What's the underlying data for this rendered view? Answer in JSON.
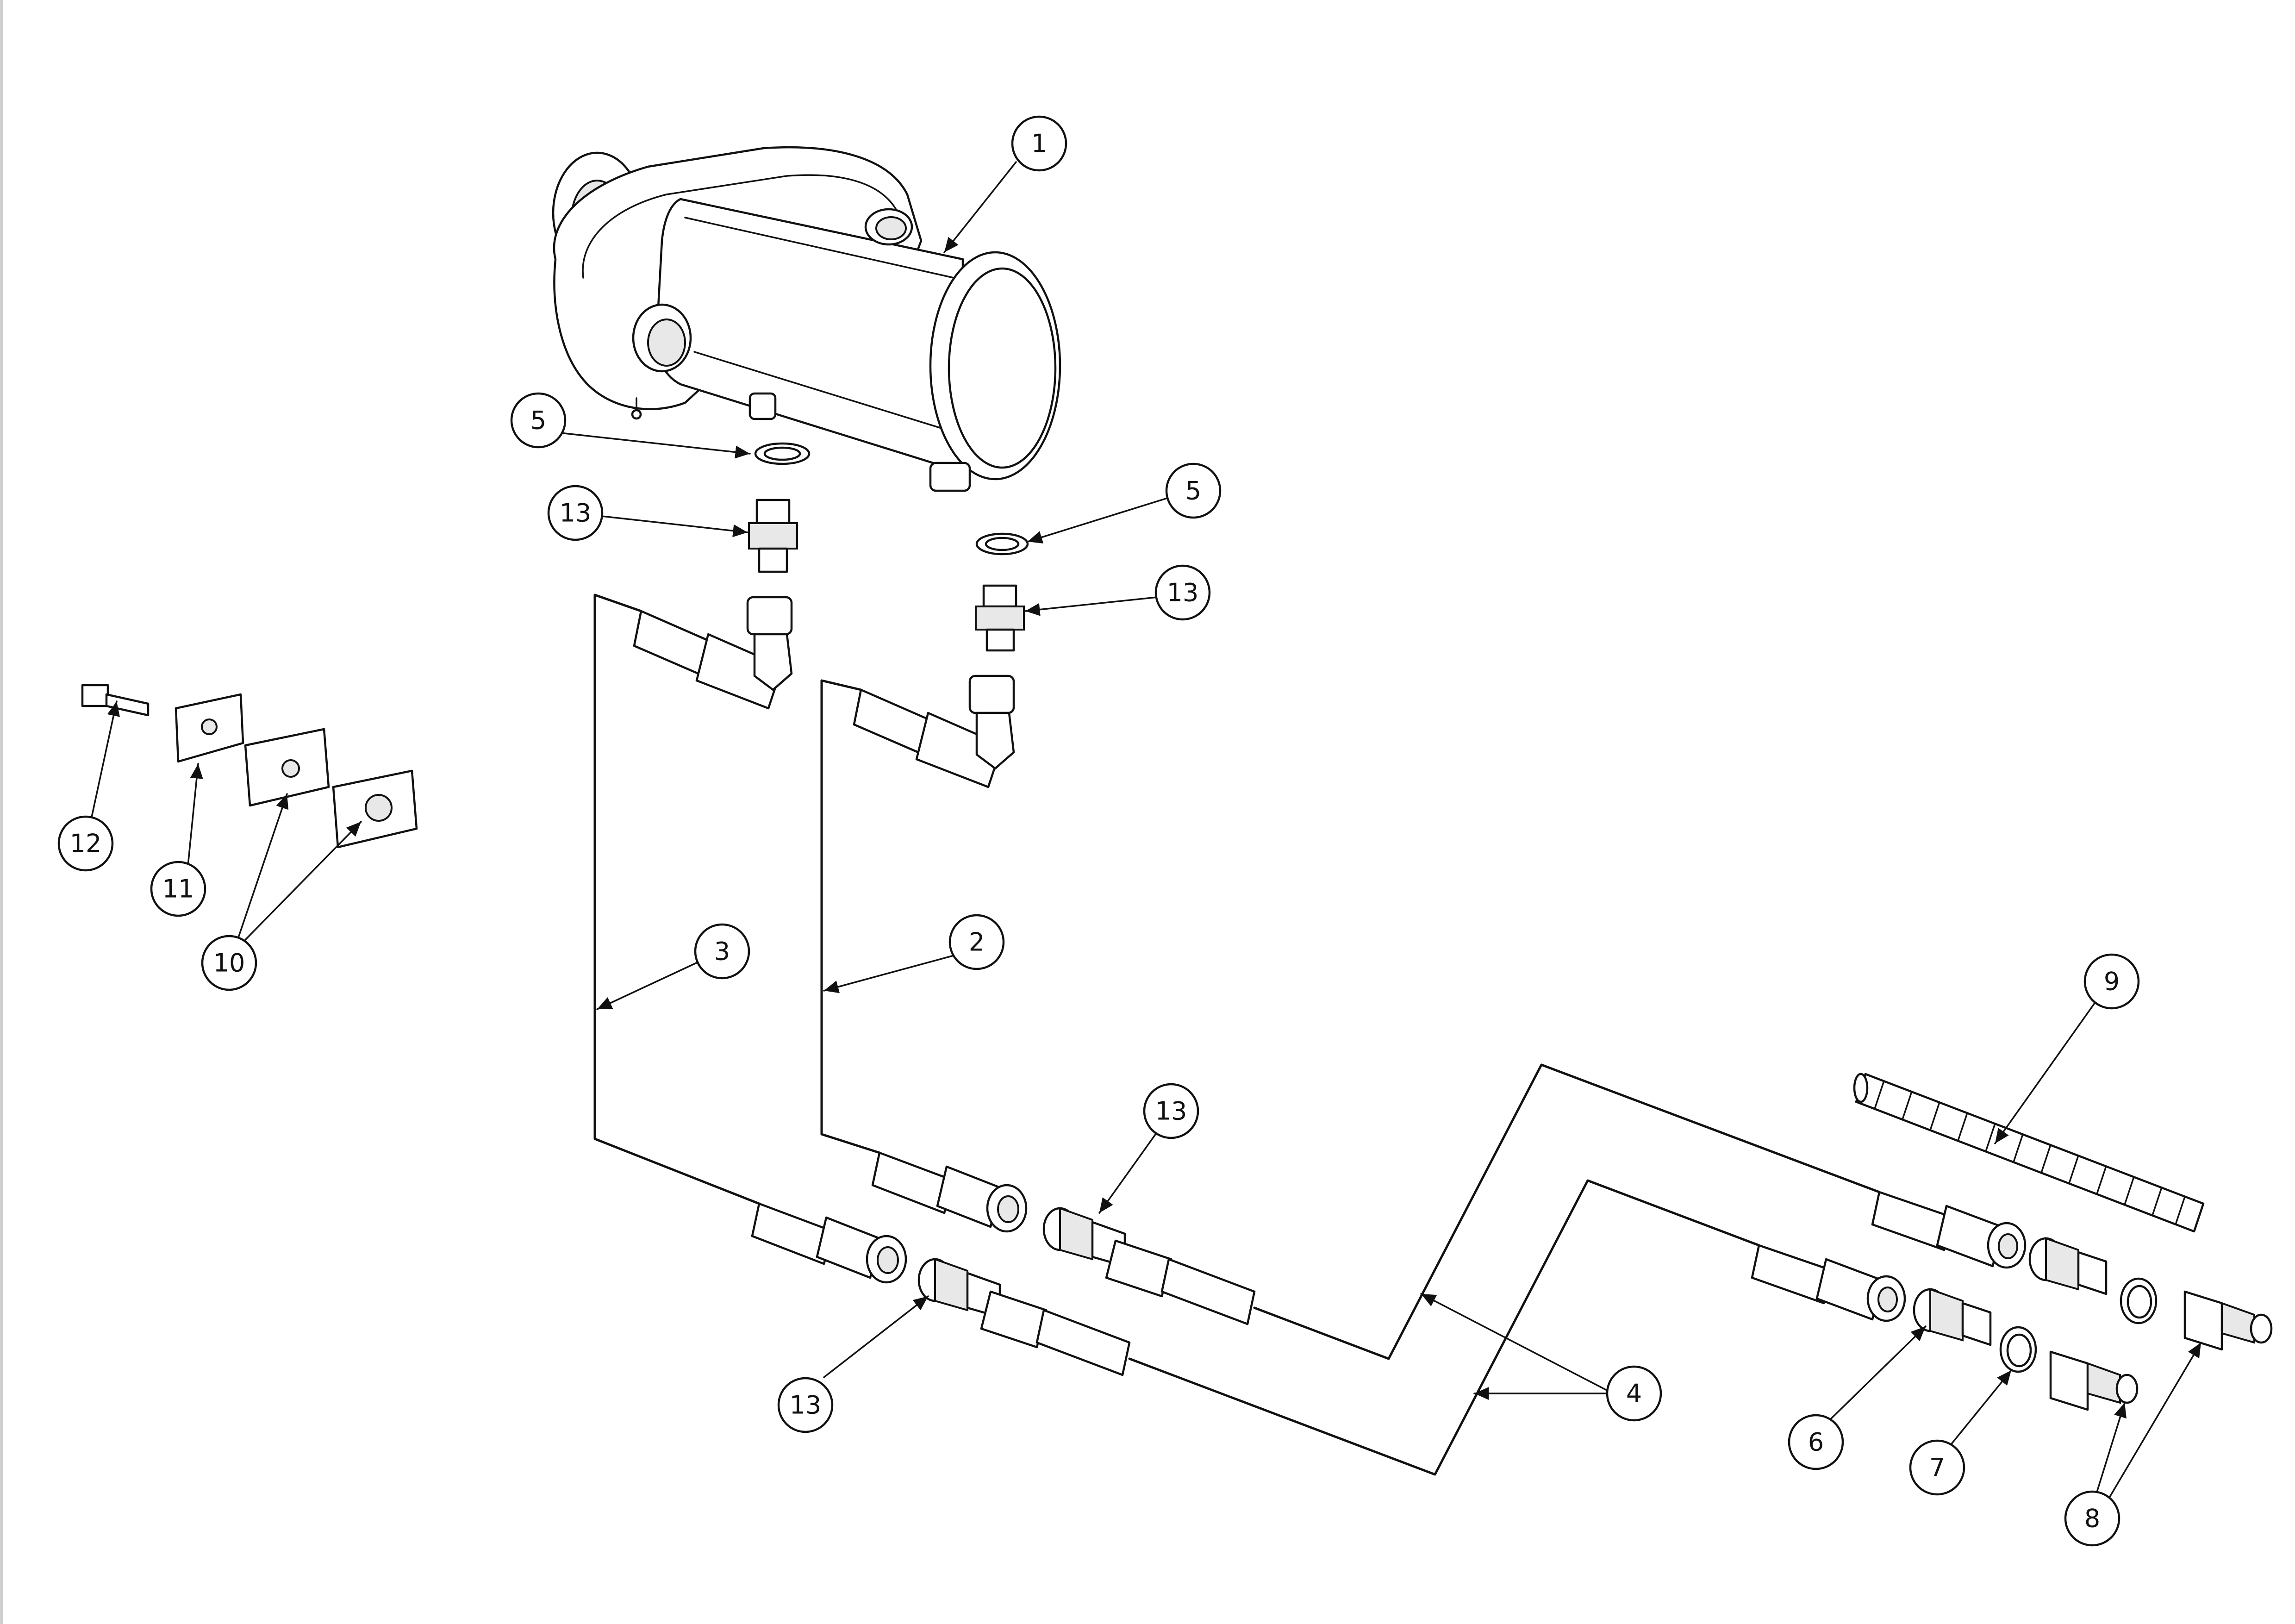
{
  "callouts": [
    {
      "id": "c1",
      "label": "1"
    },
    {
      "id": "c2",
      "label": "2"
    },
    {
      "id": "c3",
      "label": "3"
    },
    {
      "id": "c4",
      "label": "4"
    },
    {
      "id": "c5a",
      "label": "5"
    },
    {
      "id": "c5b",
      "label": "5"
    },
    {
      "id": "c6",
      "label": "6"
    },
    {
      "id": "c7",
      "label": "7"
    },
    {
      "id": "c8",
      "label": "8"
    },
    {
      "id": "c9",
      "label": "9"
    },
    {
      "id": "c10",
      "label": "10"
    },
    {
      "id": "c11",
      "label": "11"
    },
    {
      "id": "c12",
      "label": "12"
    },
    {
      "id": "c13a",
      "label": "13"
    },
    {
      "id": "c13b",
      "label": "13"
    },
    {
      "id": "c13c",
      "label": "13"
    },
    {
      "id": "c13d",
      "label": "13"
    }
  ]
}
